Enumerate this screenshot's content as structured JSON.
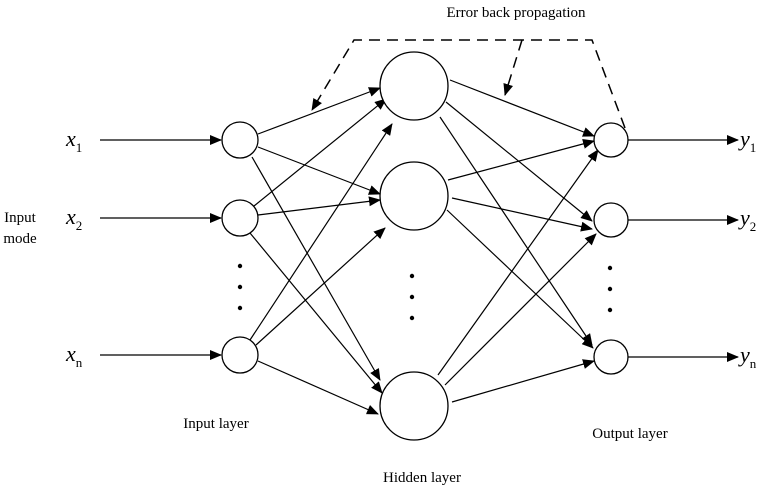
{
  "labels": {
    "top": "Error back propagation",
    "input_mode_line1": "Input",
    "input_mode_line2": "mode",
    "input_layer": "Input layer",
    "hidden_layer": "Hidden layer",
    "output_layer": "Output layer"
  },
  "inputs": [
    {
      "var": "x",
      "sub": "1"
    },
    {
      "var": "x",
      "sub": "2"
    },
    {
      "var": "x",
      "sub": "n"
    }
  ],
  "outputs": [
    {
      "var": "y",
      "sub": "1"
    },
    {
      "var": "y",
      "sub": "2"
    },
    {
      "var": "y",
      "sub": "n"
    }
  ],
  "colors": {
    "stroke": "#000000",
    "background": "#ffffff"
  }
}
